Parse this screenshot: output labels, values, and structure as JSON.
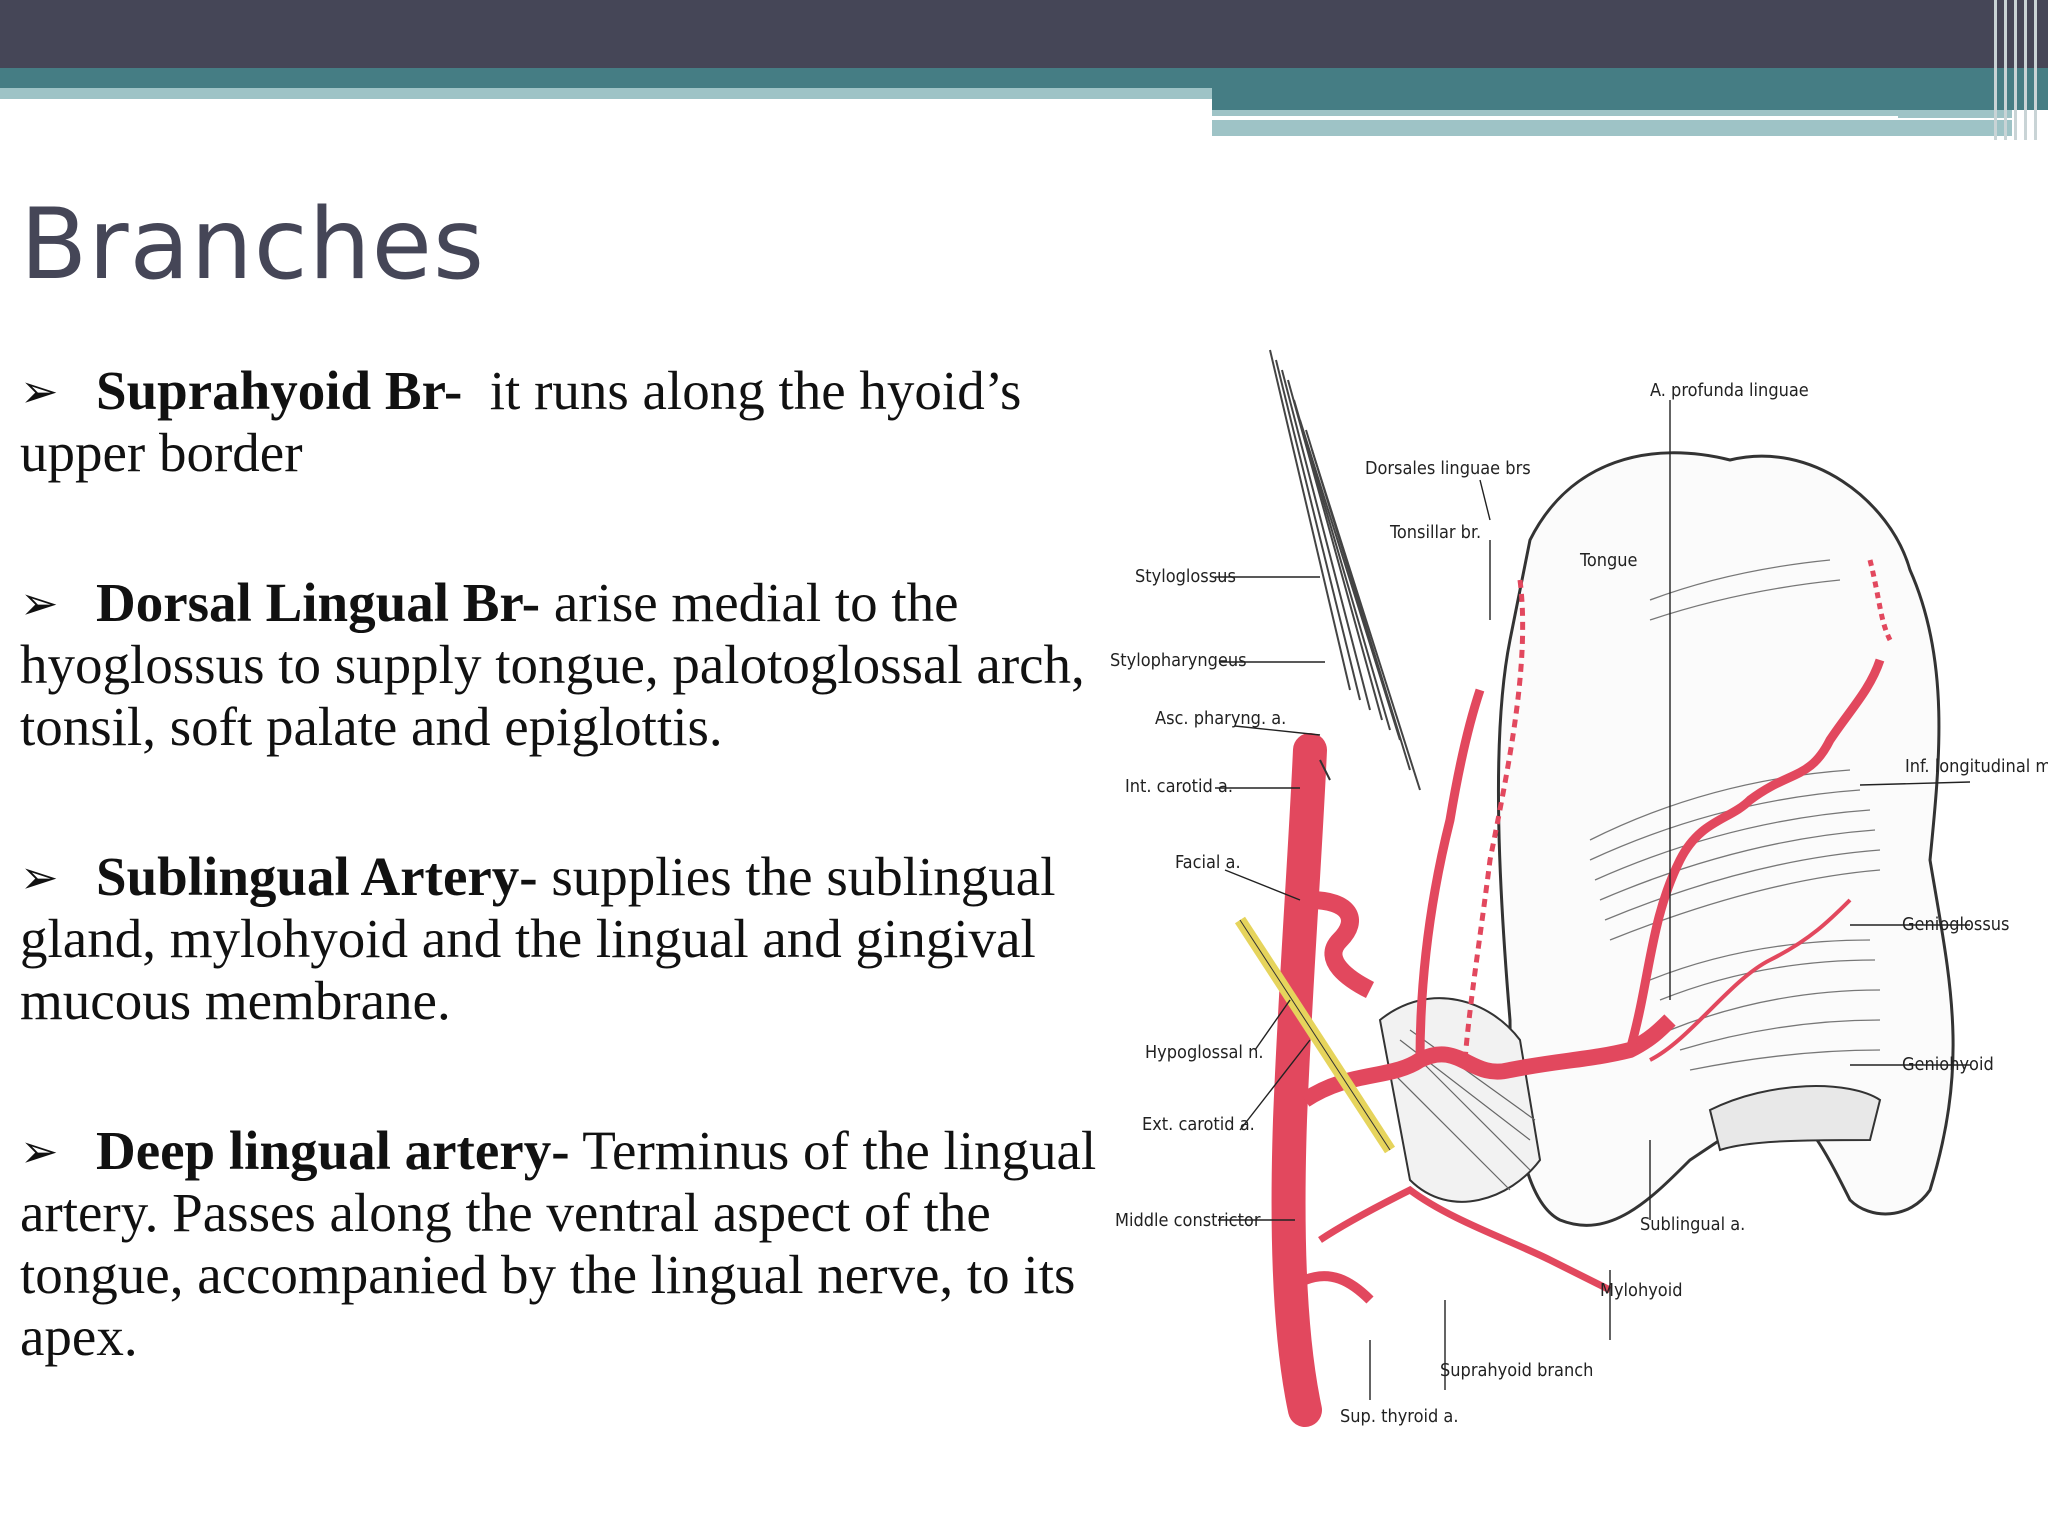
{
  "slide": {
    "title": "Branches",
    "bullets": [
      {
        "bold": "Suprahyoid Br-",
        "text": "  it runs along the hyoid’s upper border"
      },
      {
        "bold": "Dorsal Lingual Br-",
        "text": " arise medial to the hyoglossus to supply tongue, palotoglossal arch, tonsil, soft palate and epiglottis."
      },
      {
        "bold": "Sublingual Artery-",
        "text": " supplies the sublingual gland, mylohyoid and the lingual and gingival mucous membrane."
      },
      {
        "bold": "Deep lingual artery-",
        "text": " Terminus of the lingual artery. Passes along the ventral aspect of the tongue, accompanied by the lingual nerve, to its apex."
      }
    ]
  },
  "figure": {
    "labels": {
      "a_profunda_linguae": "A. profunda linguae",
      "dorsales_linguae_brs": "Dorsales linguae brs",
      "tonsillar_br": "Tonsillar br.",
      "tongue": "Tongue",
      "styloglossus": "Styloglossus",
      "stylopharyngeus": "Stylopharyngeus",
      "asc_pharyng_a": "Asc. pharyng. a.",
      "int_carotid_a": "Int. carotid a.",
      "inf_longitudinal_m": "Inf. longitudinal m.",
      "facial_a": "Facial a.",
      "genioglossus": "Genioglossus",
      "hypoglossal_n": "Hypoglossal n.",
      "geniohyoid": "Geniohyoid",
      "ext_carotid_a": "Ext. carotid a.",
      "middle_constrictor": "Middle constrictor",
      "sublingual_a": "Sublingual a.",
      "mylohyoid": "Mylohyoid",
      "suprahyoid_branch": "Suprahyoid branch",
      "sup_thyroid_a": "Sup. thyroid a."
    },
    "colors": {
      "artery": "#e2485e",
      "nerve": "#e6d45c",
      "outline": "#333333"
    }
  }
}
